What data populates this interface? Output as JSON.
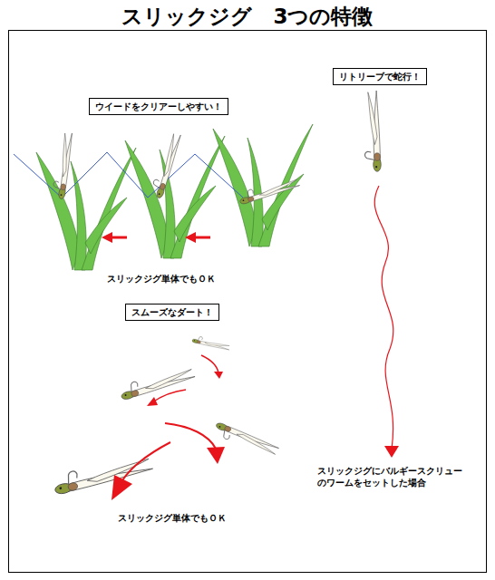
{
  "diagram": {
    "title": "スリックジグ　3つの特徴",
    "nodes": [
      {
        "text": [
          "ウイードをクリアーしやすい！"
        ]
      },
      {
        "text": [
          "リトリーブで蛇行！"
        ]
      },
      {
        "text": [
          "スムーズなダート！"
        ]
      }
    ],
    "labels": [
      "スリックジグ単体でもＯＫ",
      "スリックジグ単体でもＯＫ",
      "スリックジグにバルギースクリュー のワームをセットした場合"
    ]
  }
}
